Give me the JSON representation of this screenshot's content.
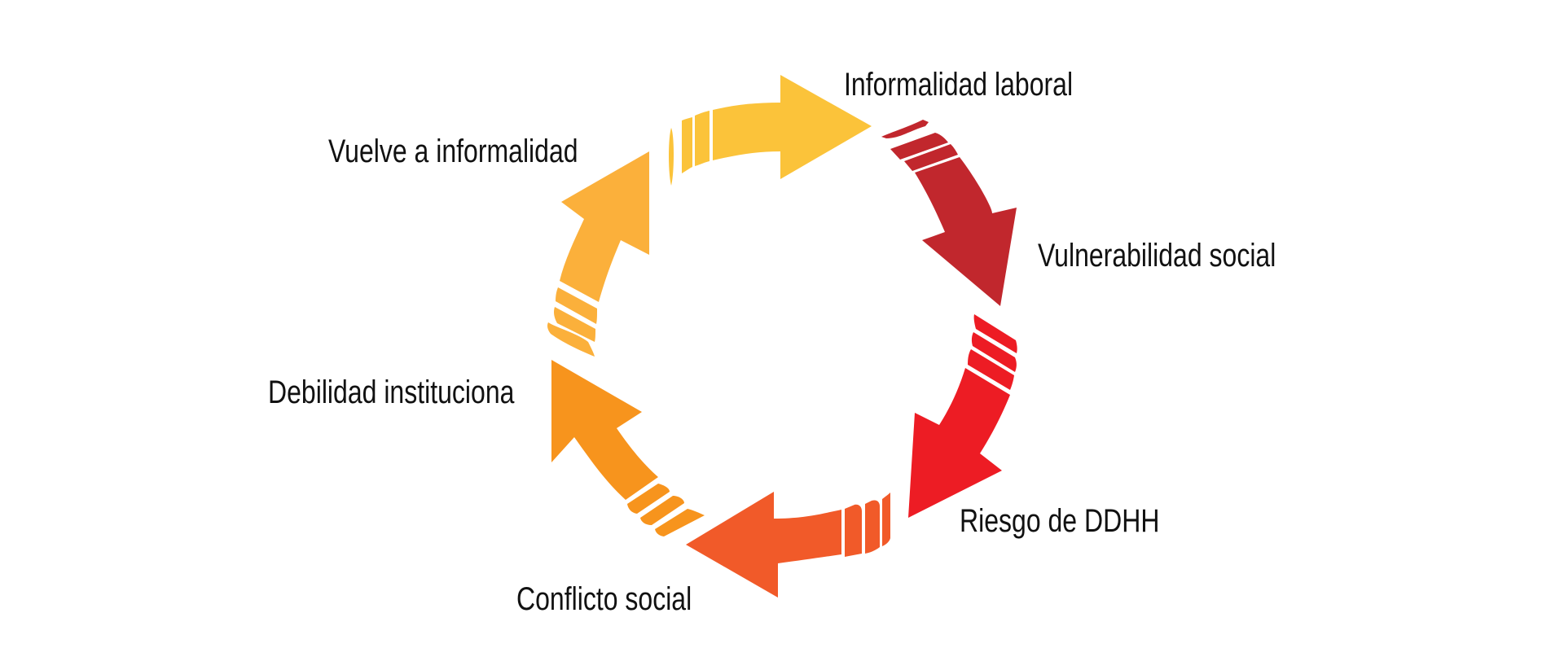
{
  "diagram": {
    "type": "cycle",
    "stages": [
      {
        "label": "Informalidad laboral",
        "color": "#FBC33A"
      },
      {
        "label": "Vulnerabilidad social",
        "color": "#C1272D"
      },
      {
        "label": "Riesgo de DDHH",
        "color": "#ED1C24"
      },
      {
        "label": "Conflicto social",
        "color": "#F15A29"
      },
      {
        "label": "Debilidad instituciona",
        "color": "#F7941D"
      },
      {
        "label": "Vuelve a informalidad",
        "color": "#FBB03B"
      }
    ]
  }
}
